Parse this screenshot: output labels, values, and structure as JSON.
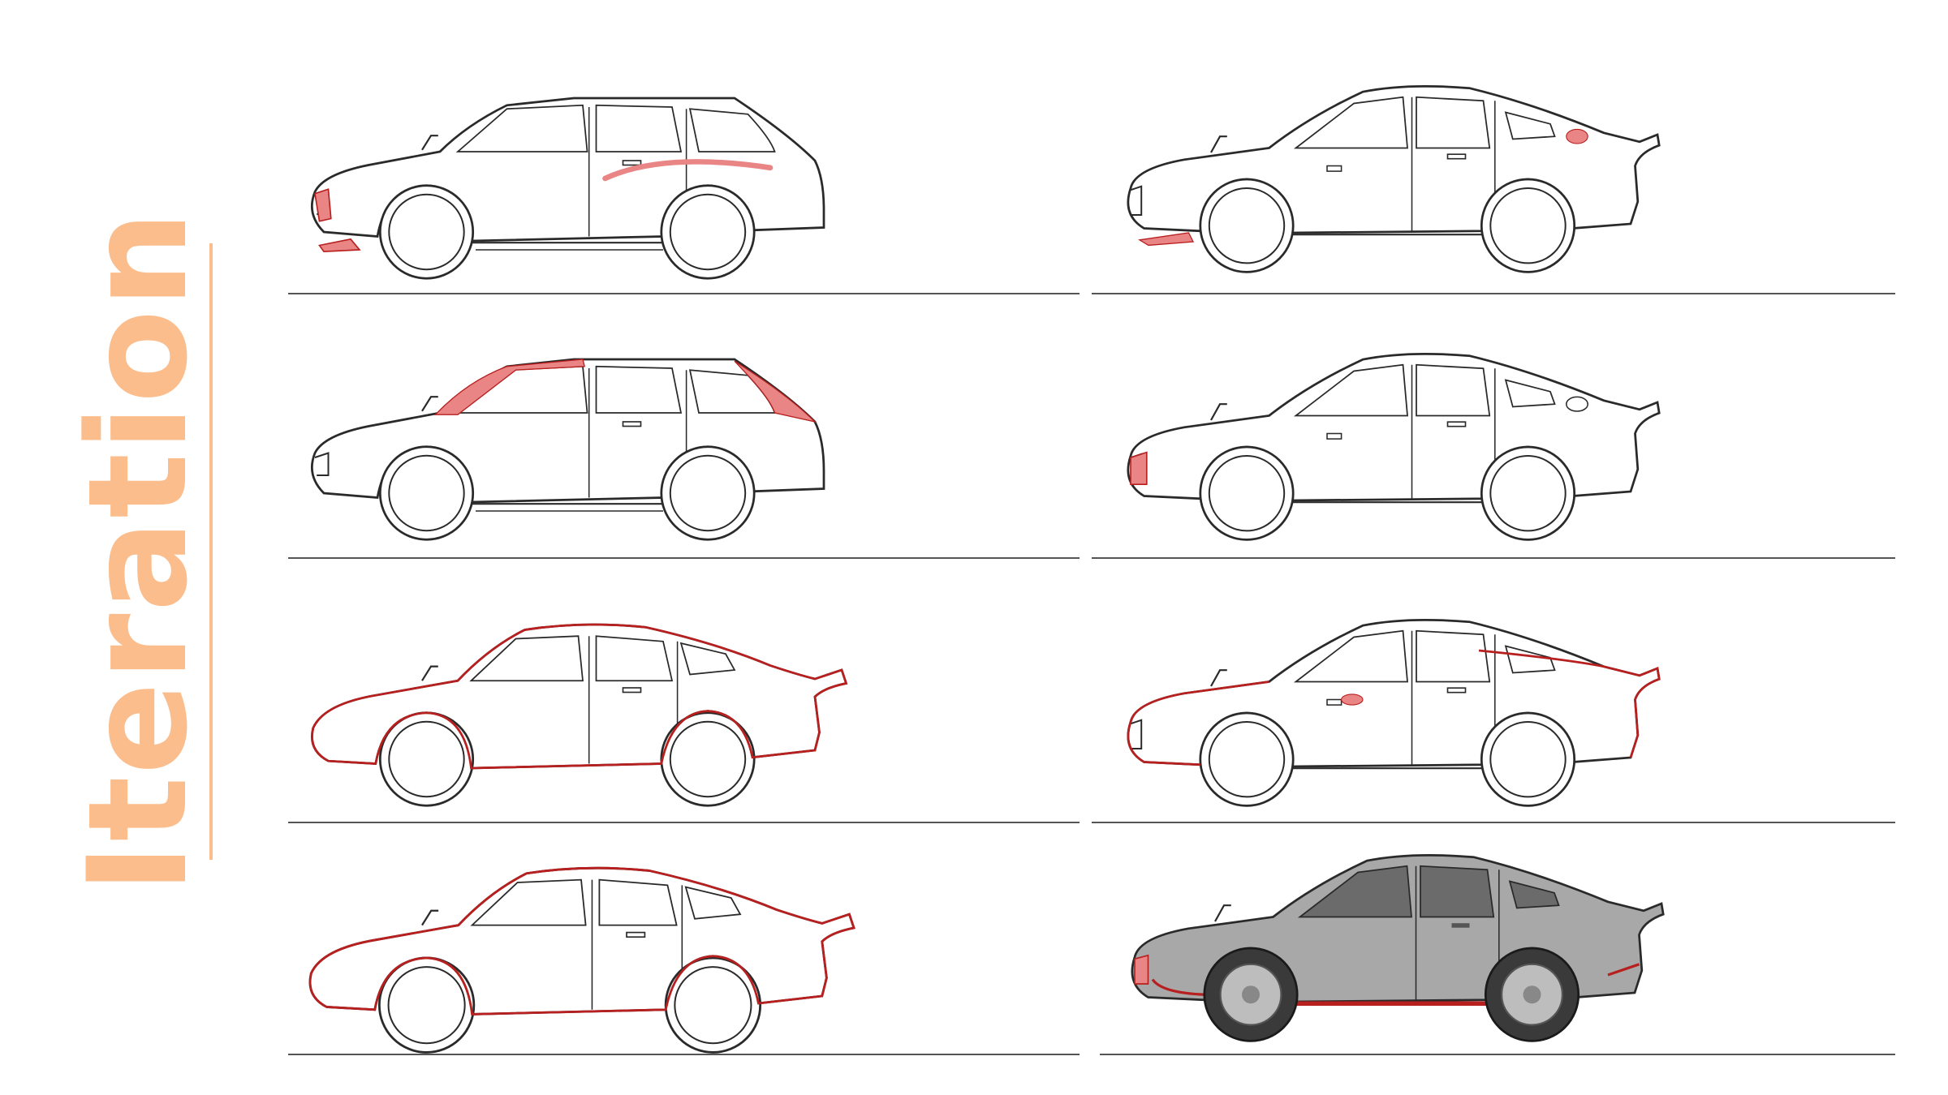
{
  "slide": {
    "title": "Iteration"
  },
  "colors": {
    "title": "#fbbd8c",
    "highlight_fill": "#e98585",
    "outline_red": "#b81f1f",
    "sketch_line": "#2a2a2a",
    "ground_line": "#555555",
    "render_body": "#a8a8a8",
    "render_glass": "#6b6b6b"
  },
  "sketches": [
    {
      "column": "left",
      "row": 1,
      "variant": "boxy-hatchback",
      "highlight": "front-bumper-and-side-crease"
    },
    {
      "column": "left",
      "row": 2,
      "variant": "boxy-hatchback",
      "highlight": "roof-and-c-pillar"
    },
    {
      "column": "left",
      "row": 3,
      "variant": "fastback-with-spoiler",
      "highlight": "red-outline"
    },
    {
      "column": "left",
      "row": 4,
      "variant": "fastback-with-spoiler",
      "highlight": "red-outline"
    },
    {
      "column": "right",
      "row": 1,
      "variant": "long-hood-coupe",
      "highlight": "fuel-cap-and-front-splitter"
    },
    {
      "column": "right",
      "row": 2,
      "variant": "long-hood-coupe",
      "highlight": "grille"
    },
    {
      "column": "right",
      "row": 3,
      "variant": "long-hood-coupe",
      "highlight": "red-outline"
    },
    {
      "column": "right",
      "row": 4,
      "variant": "long-hood-coupe-rendered",
      "highlight": "red-trim"
    }
  ]
}
